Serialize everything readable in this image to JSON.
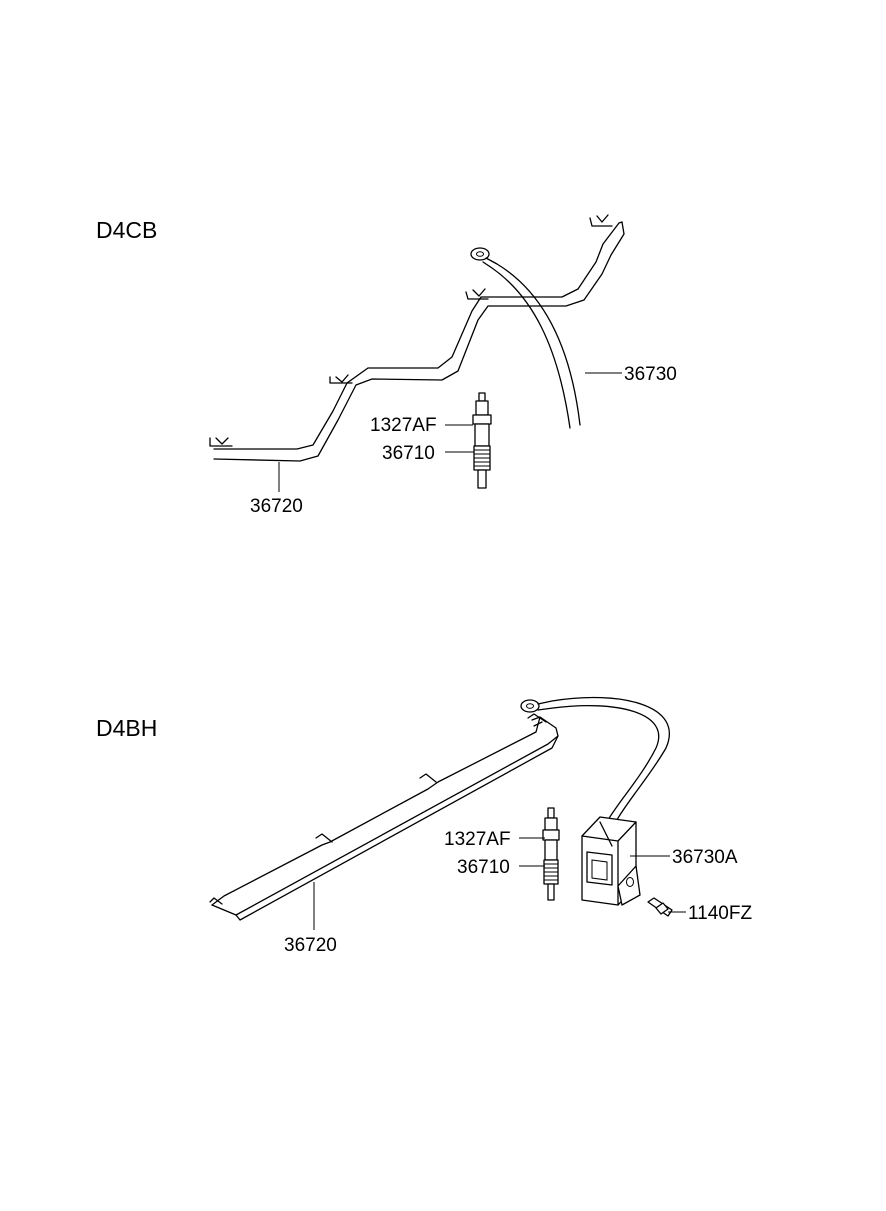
{
  "sections": [
    {
      "title": "D4CB",
      "labels": {
        "harness_cable": "36730",
        "nut": "1327AF",
        "glow_plug": "36710",
        "plate": "36720"
      }
    },
    {
      "title": "D4BH",
      "labels": {
        "nut": "1327AF",
        "glow_plug": "36710",
        "relay": "36730A",
        "bolt": "1140FZ",
        "plate": "36720"
      }
    }
  ],
  "colors": {
    "line": "#000000",
    "background": "#ffffff"
  }
}
